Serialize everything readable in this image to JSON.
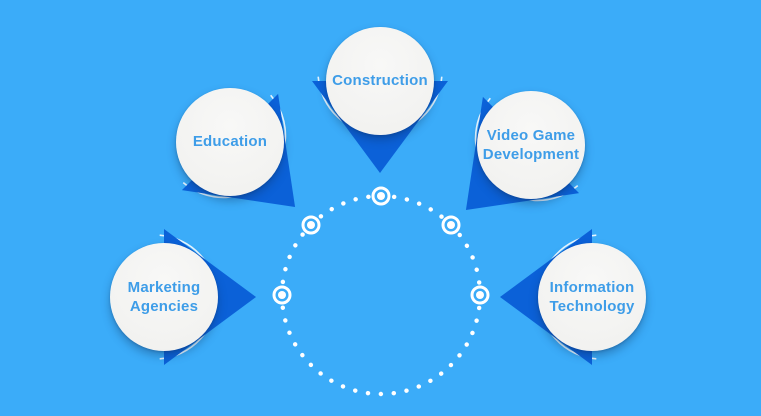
{
  "diagram": {
    "type": "radial-hub-infographic",
    "background_color": "#3bacf9",
    "arrow_color": "#0b61d8",
    "node_fill_color": "#f4f4f2",
    "label_color": "#3e9de8",
    "dot_color": "#ffffff",
    "nodes": [
      {
        "id": "construction",
        "label": "Construction",
        "position": "top"
      },
      {
        "id": "education",
        "label": "Education",
        "position": "upper-left"
      },
      {
        "id": "video-game-development",
        "label": "Video Game Development",
        "position": "upper-right"
      },
      {
        "id": "marketing-agencies",
        "label": "Marketing Agencies",
        "position": "left"
      },
      {
        "id": "information-technology",
        "label": "Information Technology",
        "position": "right"
      }
    ],
    "hub": {
      "style": "dotted-circle",
      "marker_count": 5,
      "marker_positions": [
        "top",
        "upper-left",
        "upper-right",
        "left",
        "right"
      ]
    }
  }
}
